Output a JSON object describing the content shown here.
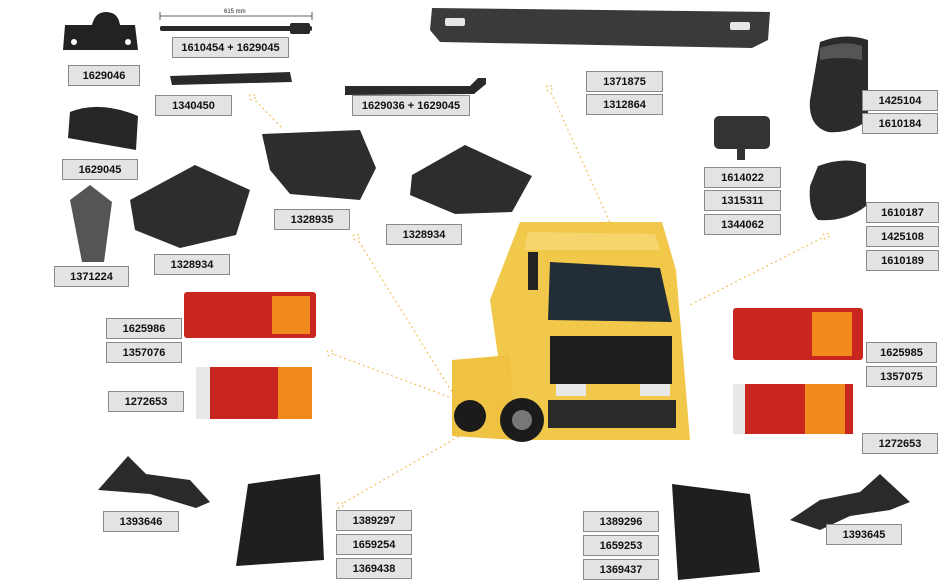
{
  "dimension_label": "615 mm",
  "parts": {
    "bracket_top": "1629046",
    "rod_assembly": "1610454 + 1629045",
    "small_strap": "1340450",
    "bent_rod": "1629036 + 1629045",
    "sun_visor_a": "1371875",
    "sun_visor_b": "1312864",
    "mirror_large_a": "1425104",
    "mirror_large_b": "1610184",
    "rubber_pad": "1629045",
    "stay_bracket": "1371224",
    "fender_rear": "1328935",
    "fender_left": "1328934",
    "fender_right": "1328934",
    "mirror_small_a": "1614022",
    "mirror_small_b": "1315311",
    "mirror_small_c": "1344062",
    "mirror_mid_a": "1610187",
    "mirror_mid_b": "1425108",
    "mirror_mid_c": "1610189",
    "lamp_left_a": "1625986",
    "lamp_left_b": "1357076",
    "lamp_left_2": "1272653",
    "lamp_right_a": "1625985",
    "lamp_right_b": "1357075",
    "lamp_right_2": "1272653",
    "mount_left": "1393646",
    "mount_right": "1393645",
    "mudflap_left_a": "1389297",
    "mudflap_left_b": "1659254",
    "mudflap_left_c": "1369438",
    "mudflap_right_a": "1389296",
    "mudflap_right_b": "1659253",
    "mudflap_right_c": "1369437"
  },
  "colors": {
    "label_bg": "#e3e3e3",
    "label_border": "#8a8a8a",
    "leader_line": "#f0c060",
    "truck_body": "#f2c84b",
    "part_dark": "#2a2a2a",
    "lamp_red": "#c8261e",
    "lamp_amber": "#f08a1c"
  }
}
